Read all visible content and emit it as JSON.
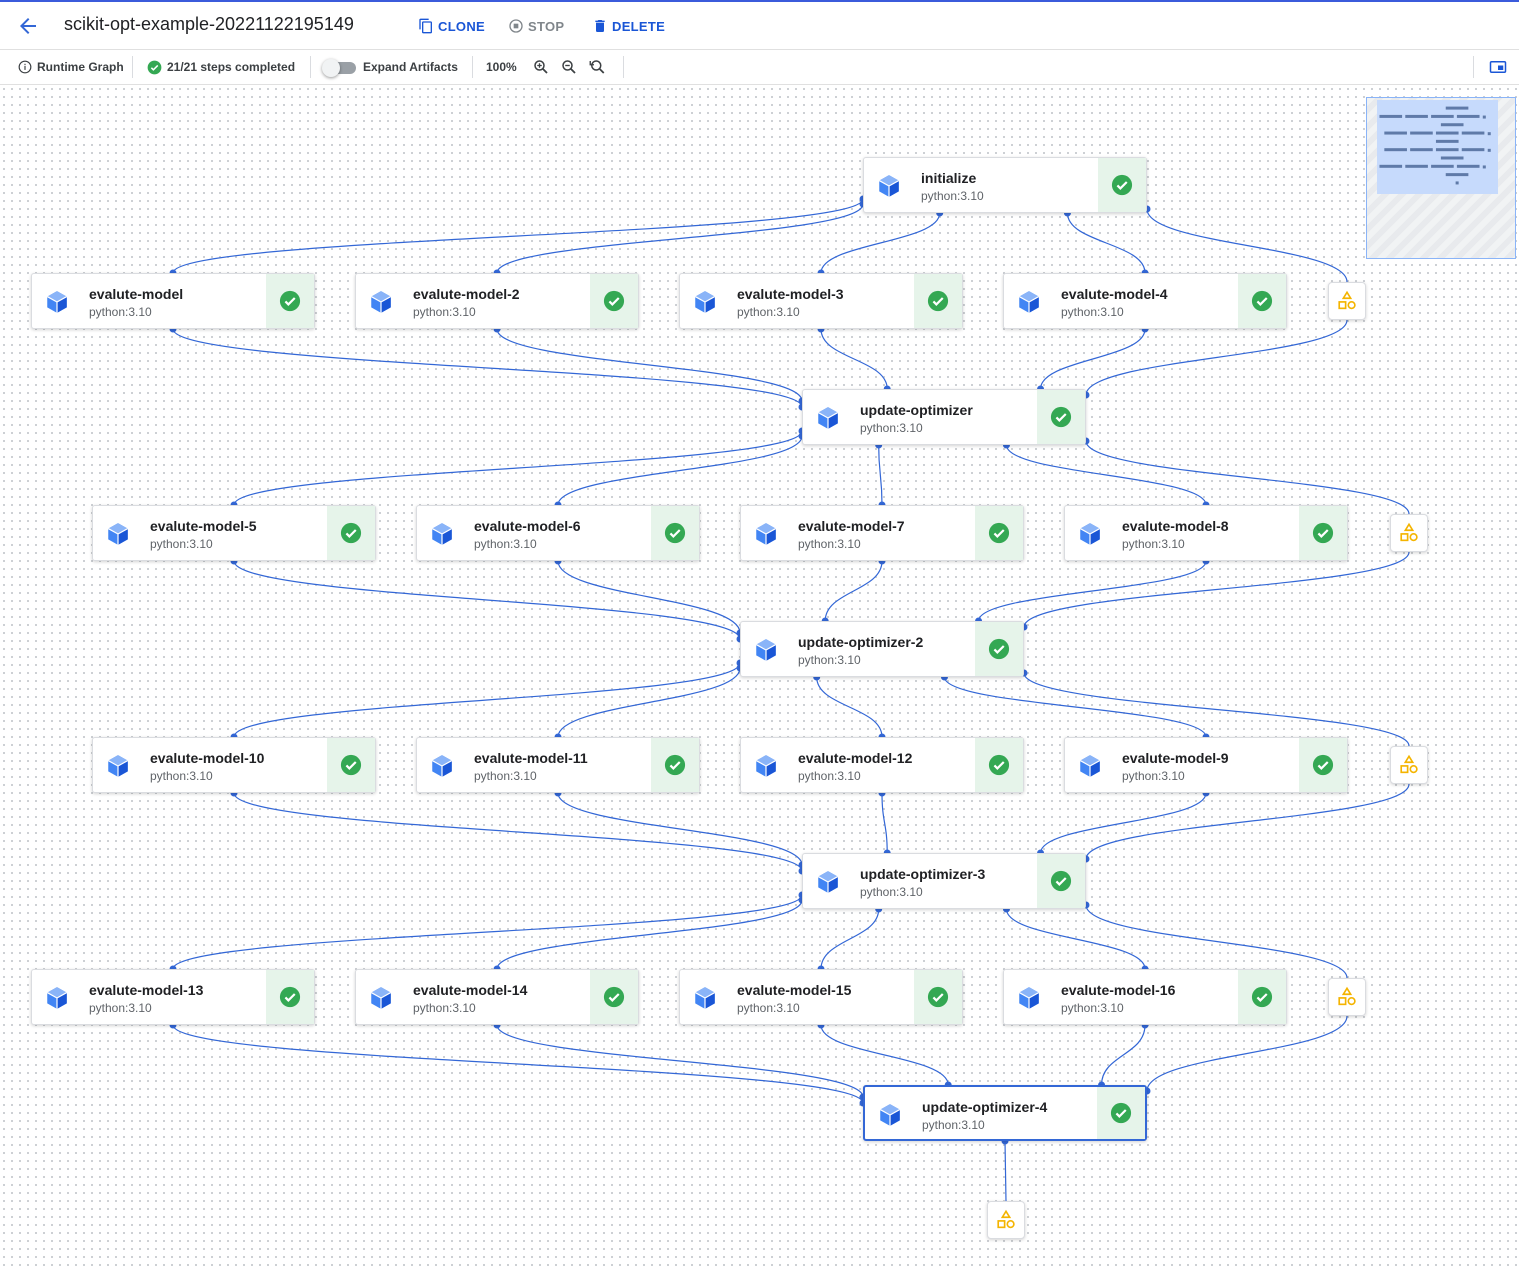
{
  "header": {
    "title": "scikit-opt-example-20221122195149",
    "clone_label": "CLONE",
    "stop_label": "STOP",
    "delete_label": "DELETE"
  },
  "toolbar": {
    "runtime_graph_label": "Runtime Graph",
    "steps_status": "21/21 steps completed",
    "expand_artifacts_label": "Expand Artifacts",
    "expand_artifacts_on": false,
    "zoom_level": "100%"
  },
  "colors": {
    "accent": "#1a56d6",
    "edge": "#3367d6",
    "success": "#34a853",
    "success_bg": "#e6f4ea",
    "artifact": "#f4b400",
    "cube": "#4285f4"
  },
  "icons": {
    "back": "arrow-left-icon",
    "clone": "copy-icon",
    "stop": "stop-circle-icon",
    "delete": "trash-icon",
    "info": "info-icon",
    "status": "check-circle-icon",
    "zoom_in": "zoom-in-icon",
    "zoom_out": "zoom-out-icon",
    "zoom_reset": "zoom-reset-icon",
    "minimap": "minimap-toggle-icon",
    "step": "cube-icon",
    "artifact": "artifact-shapes-icon"
  },
  "graph": {
    "nodes": [
      {
        "id": "initialize",
        "name": "initialize",
        "image": "python:3.10",
        "status": "succeeded"
      },
      {
        "id": "em1",
        "name": "evalute-model",
        "image": "python:3.10",
        "status": "succeeded"
      },
      {
        "id": "em2",
        "name": "evalute-model-2",
        "image": "python:3.10",
        "status": "succeeded"
      },
      {
        "id": "em3",
        "name": "evalute-model-3",
        "image": "python:3.10",
        "status": "succeeded"
      },
      {
        "id": "em4",
        "name": "evalute-model-4",
        "image": "python:3.10",
        "status": "succeeded"
      },
      {
        "id": "uo1",
        "name": "update-optimizer",
        "image": "python:3.10",
        "status": "succeeded"
      },
      {
        "id": "em5",
        "name": "evalute-model-5",
        "image": "python:3.10",
        "status": "succeeded"
      },
      {
        "id": "em6",
        "name": "evalute-model-6",
        "image": "python:3.10",
        "status": "succeeded"
      },
      {
        "id": "em7",
        "name": "evalute-model-7",
        "image": "python:3.10",
        "status": "succeeded"
      },
      {
        "id": "em8",
        "name": "evalute-model-8",
        "image": "python:3.10",
        "status": "succeeded"
      },
      {
        "id": "uo2",
        "name": "update-optimizer-2",
        "image": "python:3.10",
        "status": "succeeded"
      },
      {
        "id": "em10",
        "name": "evalute-model-10",
        "image": "python:3.10",
        "status": "succeeded"
      },
      {
        "id": "em11",
        "name": "evalute-model-11",
        "image": "python:3.10",
        "status": "succeeded"
      },
      {
        "id": "em12",
        "name": "evalute-model-12",
        "image": "python:3.10",
        "status": "succeeded"
      },
      {
        "id": "em9",
        "name": "evalute-model-9",
        "image": "python:3.10",
        "status": "succeeded"
      },
      {
        "id": "uo3",
        "name": "update-optimizer-3",
        "image": "python:3.10",
        "status": "succeeded"
      },
      {
        "id": "em13",
        "name": "evalute-model-13",
        "image": "python:3.10",
        "status": "succeeded"
      },
      {
        "id": "em14",
        "name": "evalute-model-14",
        "image": "python:3.10",
        "status": "succeeded"
      },
      {
        "id": "em15",
        "name": "evalute-model-15",
        "image": "python:3.10",
        "status": "succeeded"
      },
      {
        "id": "em16",
        "name": "evalute-model-16",
        "image": "python:3.10",
        "status": "succeeded"
      },
      {
        "id": "uo4",
        "name": "update-optimizer-4",
        "image": "python:3.10",
        "status": "succeeded",
        "selected": true
      }
    ],
    "artifacts": [
      {
        "id": "a1"
      },
      {
        "id": "a2"
      },
      {
        "id": "a3"
      },
      {
        "id": "a4"
      },
      {
        "id": "a5"
      }
    ]
  }
}
